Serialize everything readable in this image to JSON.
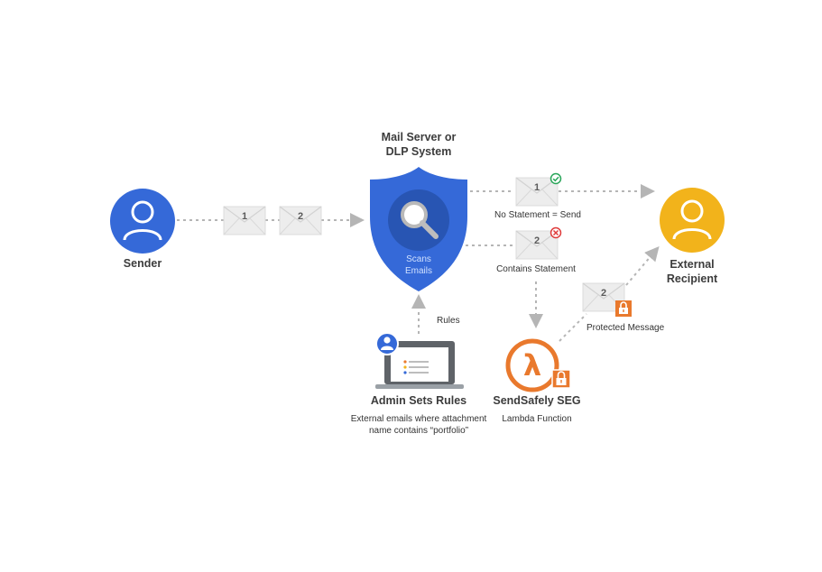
{
  "sender": {
    "label": "Sender"
  },
  "recipient": {
    "label_line1": "External",
    "label_line2": "Recipient"
  },
  "mail_server": {
    "title_line1": "Mail Server or",
    "title_line2": "DLP System",
    "shield_line1": "Scans",
    "shield_line2": "Emails"
  },
  "envelopes": {
    "one": "1",
    "two": "2"
  },
  "flows": {
    "no_statement": "No Statement = Send",
    "contains_statement": "Contains Statement",
    "protected_message": "Protected Message",
    "rules": "Rules"
  },
  "admin": {
    "title": "Admin Sets Rules",
    "desc_line1": "External emails where attachment",
    "desc_line2": "name contains “portfolio”"
  },
  "sendsafely": {
    "title": "SendSafely SEG",
    "subtitle": "Lambda Function"
  },
  "icons": {
    "sender": "user-icon",
    "recipient": "user-icon",
    "shield": "shield-icon",
    "search": "search-icon",
    "check": "check-circle-icon",
    "error": "x-circle-icon",
    "lock": "lock-icon",
    "lambda": "lambda-icon",
    "laptop": "laptop-icon"
  },
  "colors": {
    "blue": "#3569d8",
    "orange": "#e9792d",
    "yellow": "#f2b31b",
    "green": "#2aa65a",
    "red": "#df3b3b"
  }
}
